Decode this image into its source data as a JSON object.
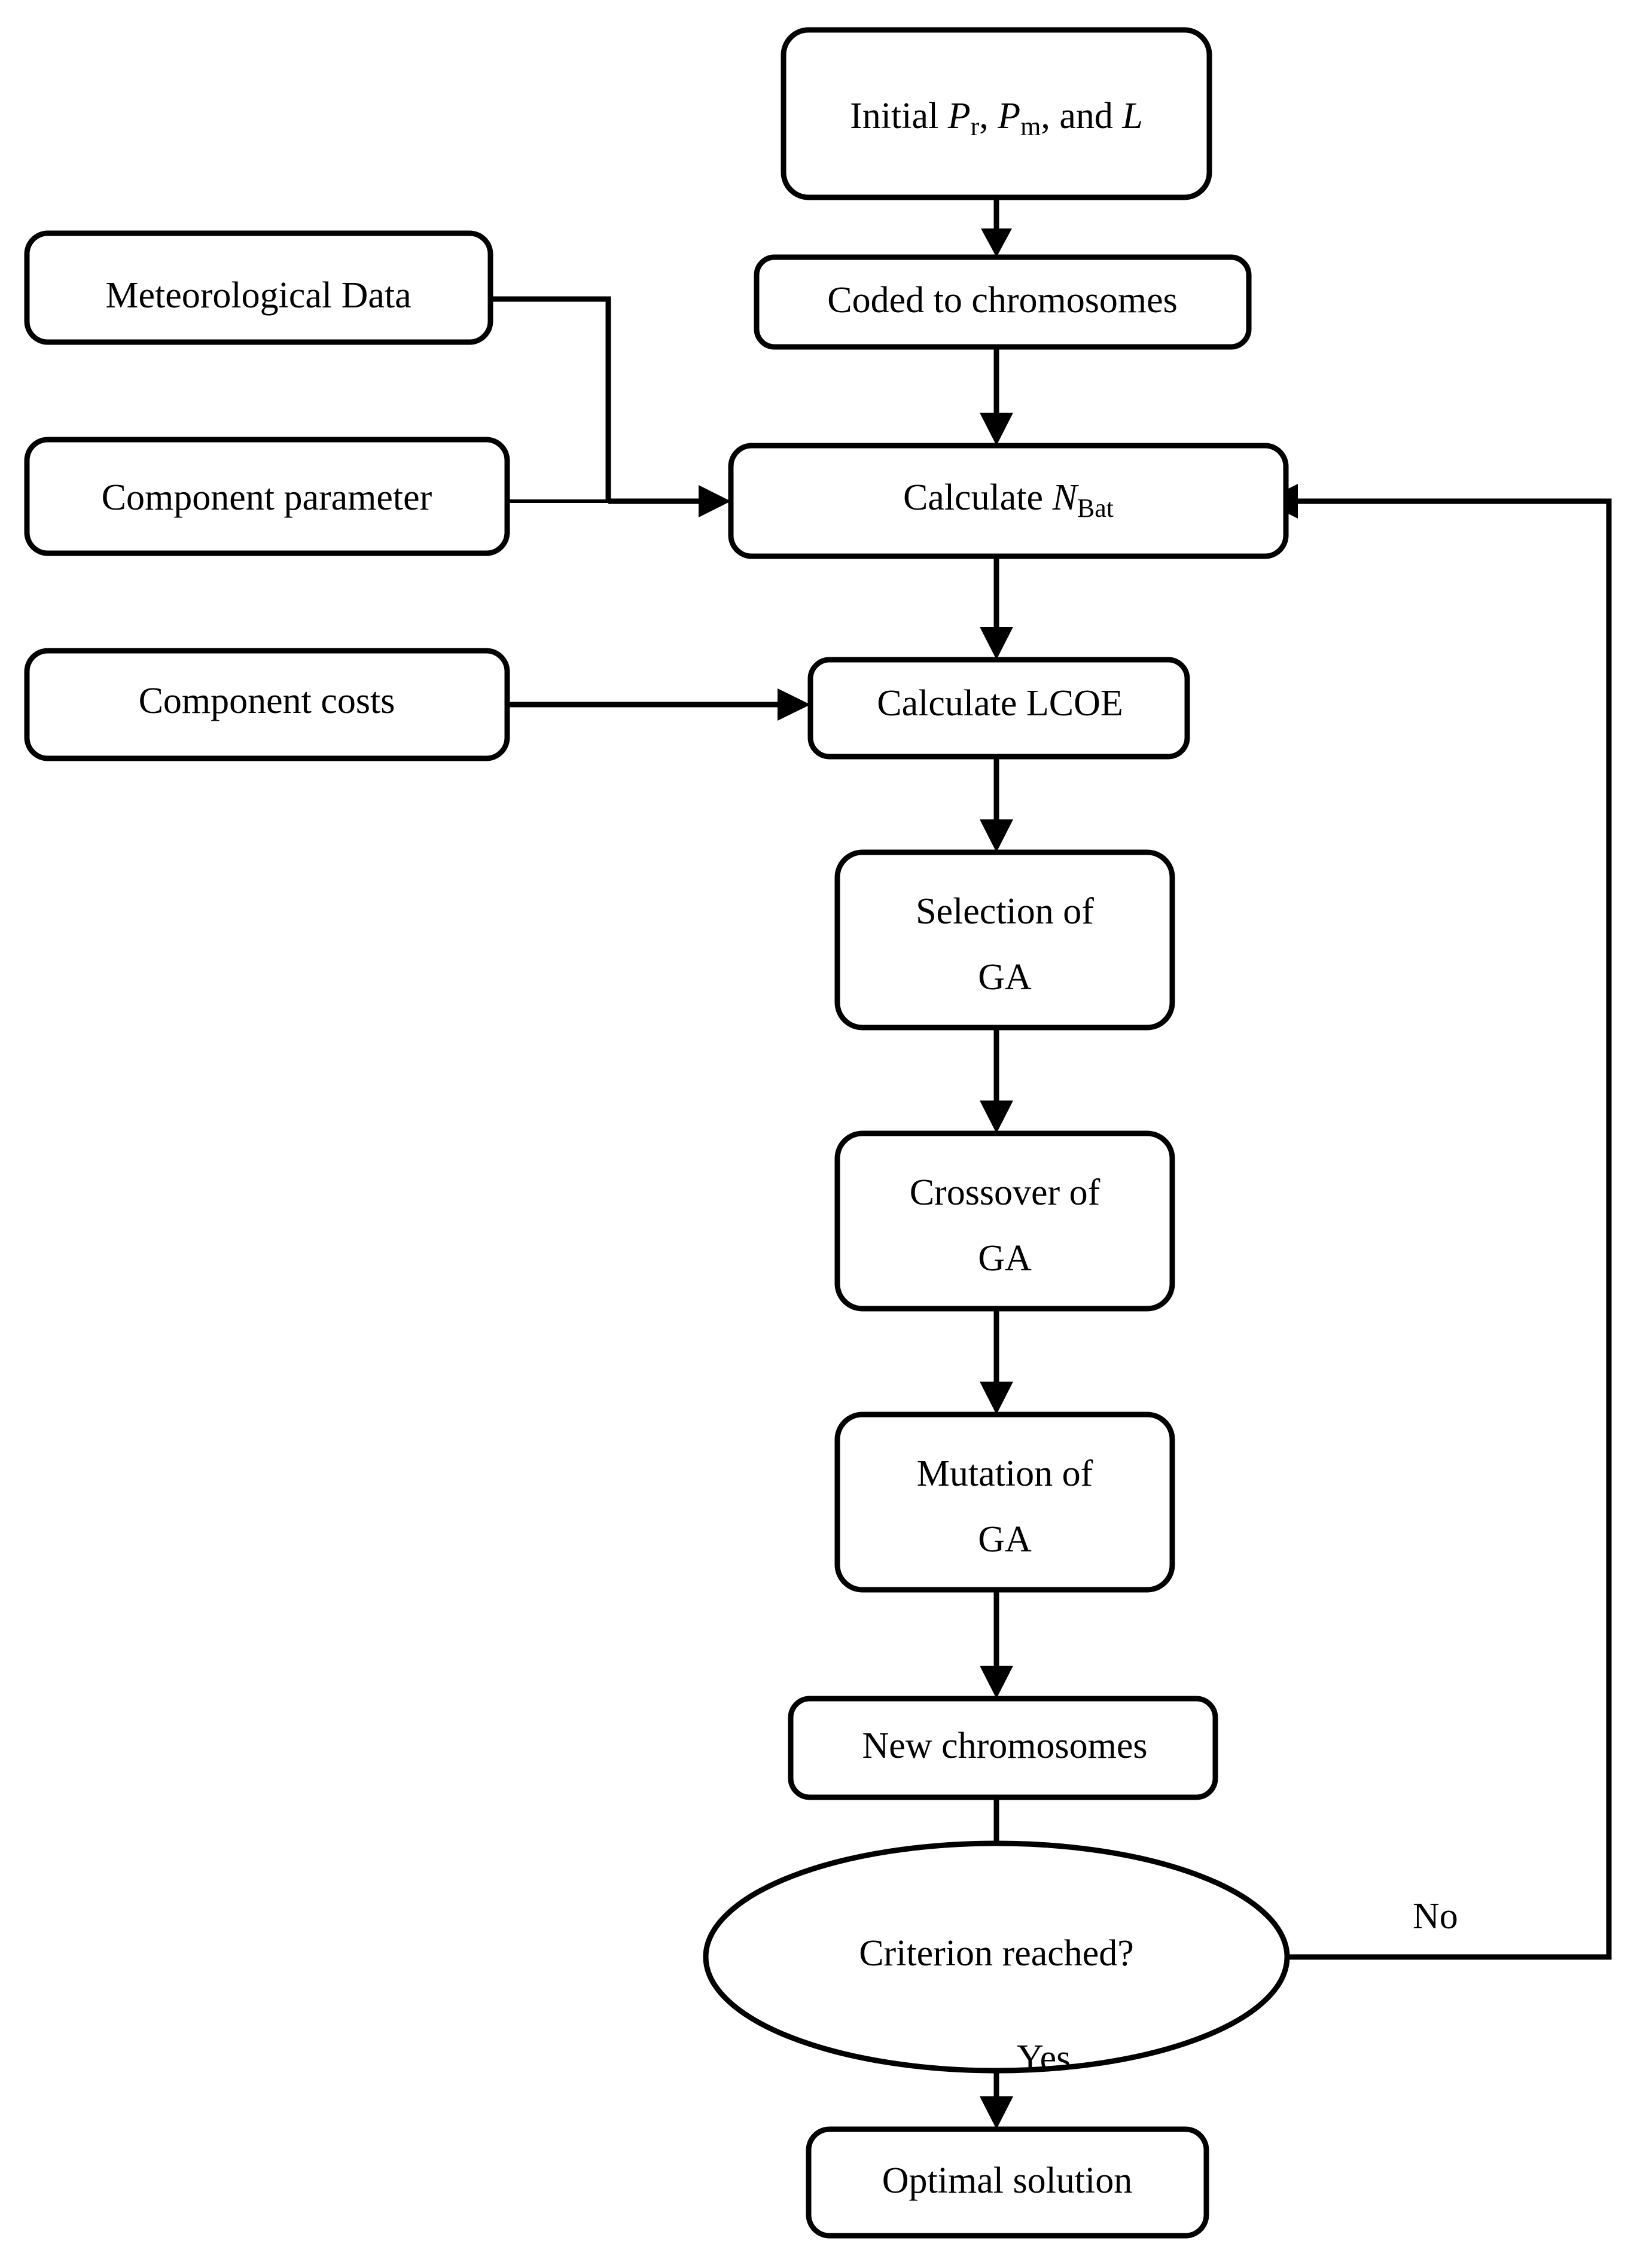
{
  "diagram": {
    "title": "Genetic Algorithm Optimization Flowchart",
    "colors": {
      "background": "#ffffff",
      "stroke": "#000000",
      "fill": "#ffffff"
    },
    "nodes": {
      "initial": {
        "label": "Initial Pr, Pm, and L",
        "text_main": "Initial ",
        "var1": "P",
        "sub1": "r",
        "sep1": ", ",
        "var2": "P",
        "sub2": "m",
        "sep2": ", and ",
        "var3": "L",
        "shape": "rounded-rect"
      },
      "coded": {
        "label": "Coded to chromosomes",
        "shape": "rounded-rect"
      },
      "meteorological": {
        "label": "Meteorological Data",
        "shape": "rounded-rect"
      },
      "component_parameter": {
        "label": "Component parameter",
        "shape": "rounded-rect"
      },
      "component_costs": {
        "label": "Component costs",
        "shape": "rounded-rect"
      },
      "calculate_nbat": {
        "label": "Calculate NBat",
        "text_main": "Calculate ",
        "var1": "N",
        "sub1": "Bat",
        "shape": "rounded-rect"
      },
      "calculate_lcoe": {
        "label": "Calculate LCOE",
        "shape": "rounded-rect"
      },
      "selection": {
        "line1": "Selection of",
        "line2": "GA",
        "shape": "rounded-rect"
      },
      "crossover": {
        "line1": "Crossover of",
        "line2": "GA",
        "shape": "rounded-rect"
      },
      "mutation": {
        "line1": "Mutation  of",
        "line2": "GA",
        "shape": "rounded-rect"
      },
      "new_chromosomes": {
        "label": "New chromosomes",
        "shape": "rounded-rect"
      },
      "criterion": {
        "label": "Criterion reached?",
        "shape": "ellipse"
      },
      "optimal": {
        "label": "Optimal solution",
        "shape": "rounded-rect"
      }
    },
    "edge_labels": {
      "no": "No",
      "yes": "Yes"
    }
  }
}
